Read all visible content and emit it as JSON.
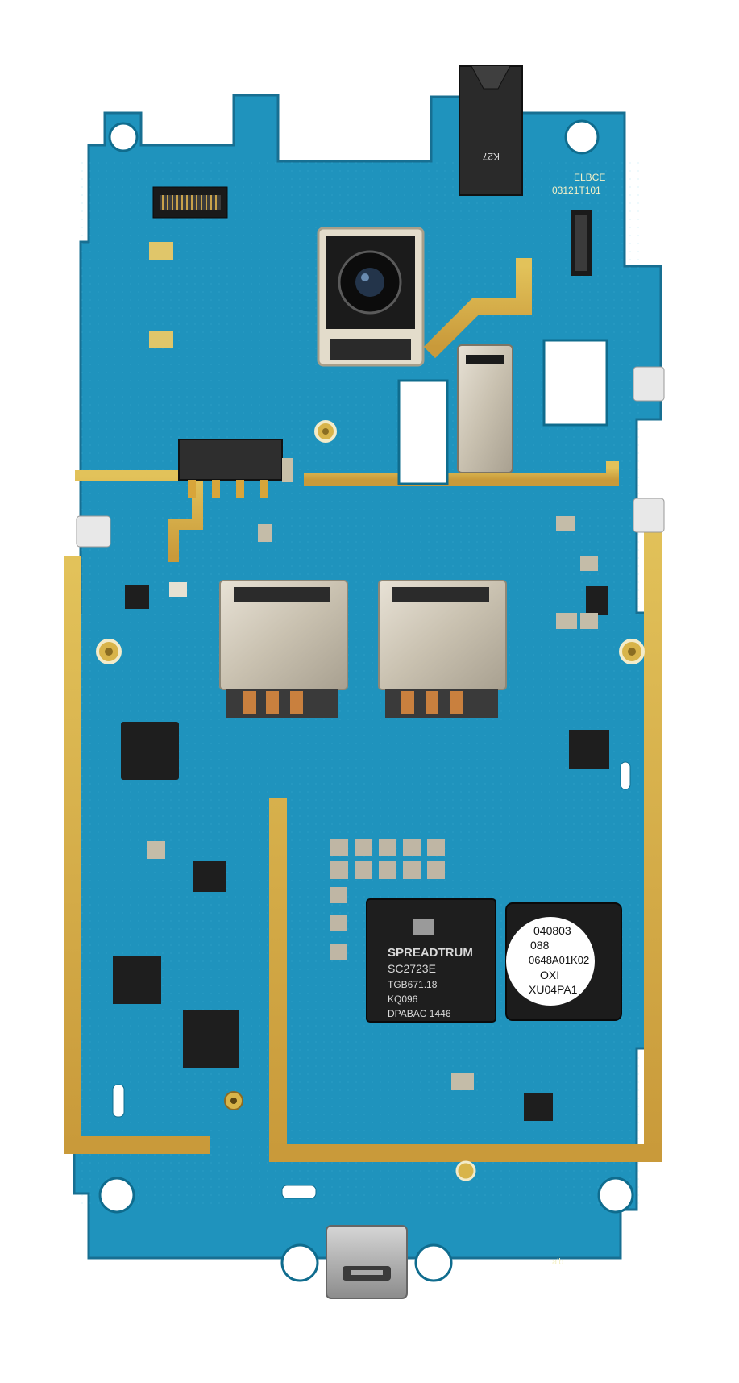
{
  "board": {
    "silkscreen_top": "ELBCE",
    "silkscreen_code": "03121T101",
    "silkscreen_bottom": "a'b"
  },
  "audio_jack": {
    "label": "K27"
  },
  "processor": {
    "brand": "SPREADTRUM",
    "model": "SC2723E",
    "line1": "TGB671.18",
    "line2": "KQ096",
    "line3": "DPABAC 1446"
  },
  "memory_sticker": {
    "line1": "040803",
    "line2": "088",
    "line3": "0648A01K02",
    "line4": "OXI",
    "line5": "XU04PA1"
  },
  "colors": {
    "pcb": "#1f93bd",
    "pcb_dark": "#177fa6",
    "gold": "#d8b44a",
    "chip": "#1e1e1e",
    "shield": "#cfcfcf"
  }
}
